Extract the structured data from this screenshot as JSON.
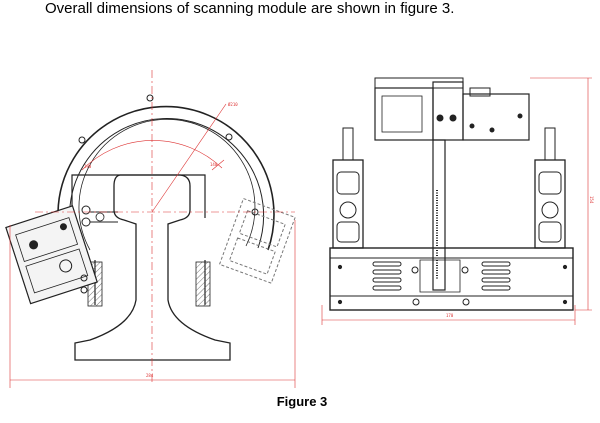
{
  "main": {
    "caption_top": "Overall dimensions of scanning module are shown in figure 3.",
    "figure_label": "Figure 3"
  },
  "drawing": {
    "dim_width_left": "284",
    "dim_radius": "Ø210",
    "dim_left_arc": "290",
    "dim_right_arc": "140",
    "dim_width_right": "170",
    "dim_height_right": "154",
    "colors": {
      "line": "#222222",
      "dimension": "#d33333",
      "hatch": "#555555"
    }
  }
}
